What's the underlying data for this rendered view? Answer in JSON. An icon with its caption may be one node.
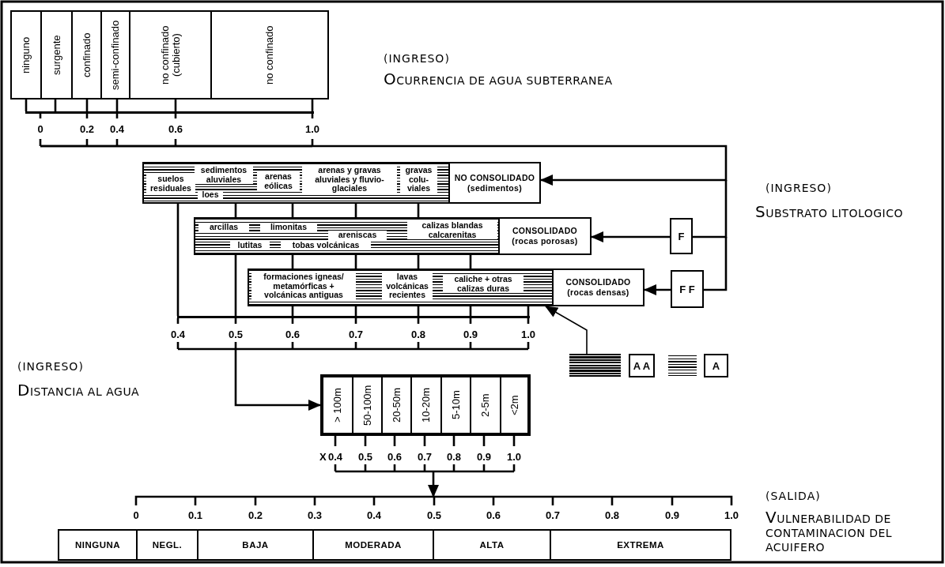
{
  "diagram": {
    "nodes": [
      {
        "text": [
          "ninguno"
        ]
      },
      {
        "text": [
          "surgente"
        ]
      },
      {
        "text": [
          "confinado"
        ]
      },
      {
        "text": [
          "semi-confinado"
        ]
      },
      {
        "text": [
          "no confinado (cubierto)"
        ]
      },
      {
        "text": [
          "no confinado"
        ]
      },
      {
        "text": [
          "suelos residuales",
          "sedimentos aluviales",
          "loes",
          "arenas eólicas",
          "arenas y gravas aluviales y fluvio-glaciales",
          "gravas colu-viales"
        ]
      },
      {
        "text": [
          "NO CONSOLIDADO (sedimentos)"
        ]
      },
      {
        "text": [
          "F"
        ]
      },
      {
        "text": [
          "arcillas",
          "limonitas",
          "areniscas",
          "calizas blandas calcarenitas",
          "lutitas",
          "tobas volcánicas"
        ]
      },
      {
        "text": [
          "CONSOLIDADO (rocas porosas)"
        ]
      },
      {
        "text": [
          "F F"
        ]
      },
      {
        "text": [
          "formaciones igneas/ metamórficas + volcánicas antiguas",
          "lavas volcánicas recientes",
          "caliche + otras calizas duras"
        ]
      },
      {
        "text": [
          "CONSOLIDADO (rocas densas)"
        ]
      },
      {
        "text": [],
        "shape": "box"
      },
      {
        "text": [
          "A A"
        ]
      },
      {
        "text": [],
        "shape": "box"
      },
      {
        "text": [
          "A"
        ]
      },
      {
        "text": [],
        "shape": "box"
      },
      {
        "text": [
          "> 100m"
        ],
        "in": 18
      },
      {
        "text": [
          "50-100m"
        ],
        "in": 18
      },
      {
        "text": [
          "20-50m"
        ],
        "in": 18
      },
      {
        "text": [
          "10-20m"
        ],
        "in": 18
      },
      {
        "text": [
          "5-10m"
        ],
        "in": 18
      },
      {
        "text": [
          "2-5m"
        ],
        "in": 18
      },
      {
        "text": [
          "<2m"
        ],
        "in": 18
      },
      {
        "text": [
          "NINGUNA"
        ]
      },
      {
        "text": [
          "NEGL."
        ]
      },
      {
        "text": [
          "BAJA"
        ]
      },
      {
        "text": [
          "MODERADA"
        ]
      },
      {
        "text": [
          "ALTA"
        ]
      },
      {
        "text": [
          "EXTREMA"
        ]
      },
      {
        "text": [],
        "shape": "bar"
      },
      {
        "text": [],
        "shape": "bar"
      }
    ],
    "edges": [
      {
        "from": null,
        "to": 7,
        "arrow": "to"
      },
      {
        "from": null,
        "to": 8,
        "arrow": "none"
      },
      {
        "from": 8,
        "to": 10,
        "arrow": "to"
      },
      {
        "from": null,
        "to": 11,
        "arrow": "none"
      },
      {
        "from": 11,
        "to": 13,
        "arrow": "to"
      },
      {
        "from": 14,
        "to": 12,
        "arrow": "to"
      },
      {
        "from": null,
        "to": 18,
        "arrow": "to"
      },
      {
        "from": 6,
        "to": 9,
        "arrow": "none"
      },
      {
        "from": 6,
        "to": 9,
        "arrow": "none"
      },
      {
        "from": 6,
        "to": 9,
        "arrow": "none"
      },
      {
        "from": 6,
        "to": 9,
        "arrow": "none"
      },
      {
        "from": 9,
        "to": 12,
        "arrow": "none"
      },
      {
        "from": 9,
        "to": 12,
        "arrow": "none"
      },
      {
        "from": 9,
        "to": 12,
        "arrow": "none"
      },
      {
        "from": 9,
        "to": 12,
        "arrow": "none"
      },
      {
        "from": 6,
        "to": 32,
        "arrow": "none"
      },
      {
        "from": 9,
        "to": 32,
        "arrow": "none"
      },
      {
        "from": 12,
        "to": 32,
        "arrow": "none"
      },
      {
        "from": 12,
        "to": 32,
        "arrow": "none"
      },
      {
        "from": 12,
        "to": 32,
        "arrow": "none"
      },
      {
        "from": 12,
        "to": 32,
        "arrow": "none"
      },
      {
        "from": 12,
        "to": 32,
        "arrow": "none"
      },
      {
        "from": 0,
        "to": 33,
        "arrow": "none"
      },
      {
        "from": 1,
        "to": 33,
        "arrow": "none"
      },
      {
        "from": 2,
        "to": 33,
        "arrow": "none"
      },
      {
        "from": 3,
        "to": 33,
        "arrow": "none"
      },
      {
        "from": 4,
        "to": 33,
        "arrow": "none"
      },
      {
        "from": 5,
        "to": 33,
        "arrow": "none"
      }
    ],
    "labels": [
      "(INGRESO)",
      "OCURRENCIA DE AGUA SUBTERRANEA",
      "0",
      "0.2",
      "0.4",
      "0.6",
      "1.0",
      "(INGRESO)",
      "SUBSTRATO LITOLOGICO",
      "0.4",
      "0.5",
      "0.6",
      "0.7",
      "0.8",
      "0.9",
      "1.0",
      "(INGRESO)",
      "DISTANCIA AL AGUA",
      "X",
      "0.4",
      "0.5",
      "0.6",
      "0.7",
      "0.8",
      "0.9",
      "1.0",
      "0",
      "0.1",
      "0.2",
      "0.3",
      "0.4",
      "0.5",
      "0.6",
      "0.7",
      "0.8",
      "0.9",
      "1.0",
      "(SALIDA)",
      "VULNERABILIDAD DE CONTAMINACION DEL ACUIFERO"
    ]
  }
}
